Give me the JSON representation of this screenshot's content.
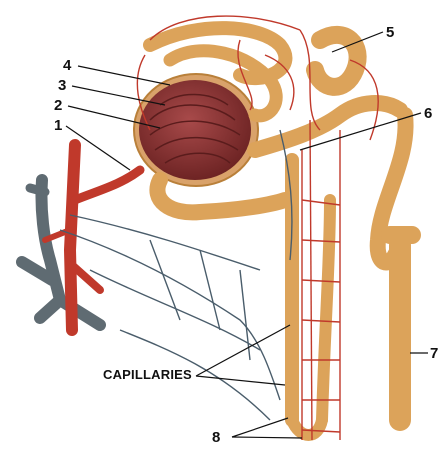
{
  "labels": {
    "n1": "1",
    "n2": "2",
    "n3": "3",
    "n4": "4",
    "n5": "5",
    "n6": "6",
    "n7": "7",
    "n8": "8",
    "capillaries": "CAPILLARIES"
  },
  "colors": {
    "tubule": "#dca35a",
    "tubule_edge": "#b9803a",
    "glomerulus": "#8a2f2f",
    "artery": "#c0392b",
    "vein": "#5f6b72",
    "capillary_red": "#c0392b",
    "capillary_blue": "#4a5d6b"
  }
}
